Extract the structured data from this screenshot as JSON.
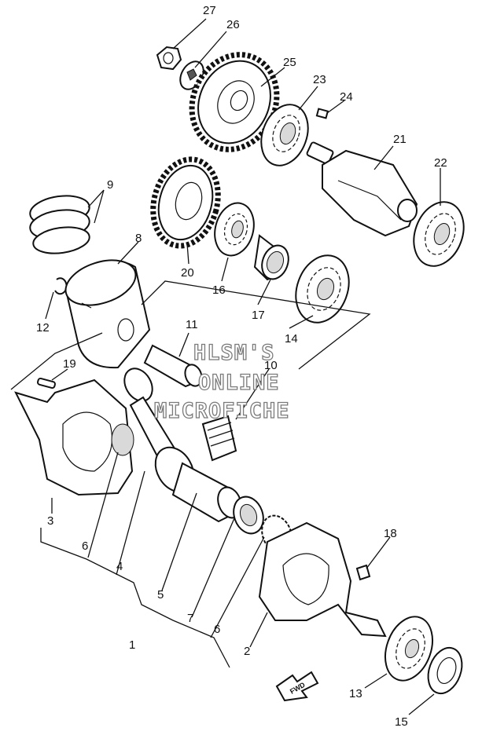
{
  "watermark": {
    "line1": "HLSM'S",
    "line2": "ONLINE",
    "line3": "MICROFICHE"
  },
  "direction_label": "FWD",
  "callouts": [
    {
      "id": "27",
      "text": "27"
    },
    {
      "id": "26",
      "text": "26"
    },
    {
      "id": "25",
      "text": "25"
    },
    {
      "id": "23",
      "text": "23"
    },
    {
      "id": "24",
      "text": "24"
    },
    {
      "id": "21",
      "text": "21"
    },
    {
      "id": "22",
      "text": "22"
    },
    {
      "id": "9",
      "text": "9"
    },
    {
      "id": "8",
      "text": "8"
    },
    {
      "id": "20",
      "text": "20"
    },
    {
      "id": "16",
      "text": "16"
    },
    {
      "id": "17",
      "text": "17"
    },
    {
      "id": "12",
      "text": "12"
    },
    {
      "id": "11",
      "text": "11"
    },
    {
      "id": "14",
      "text": "14"
    },
    {
      "id": "10",
      "text": "10"
    },
    {
      "id": "19",
      "text": "19"
    },
    {
      "id": "3",
      "text": "3"
    },
    {
      "id": "6a",
      "text": "6"
    },
    {
      "id": "4",
      "text": "4"
    },
    {
      "id": "5",
      "text": "5"
    },
    {
      "id": "18",
      "text": "18"
    },
    {
      "id": "7",
      "text": "7"
    },
    {
      "id": "6b",
      "text": "6"
    },
    {
      "id": "1",
      "text": "1"
    },
    {
      "id": "2",
      "text": "2"
    },
    {
      "id": "13",
      "text": "13"
    },
    {
      "id": "15",
      "text": "15"
    }
  ]
}
